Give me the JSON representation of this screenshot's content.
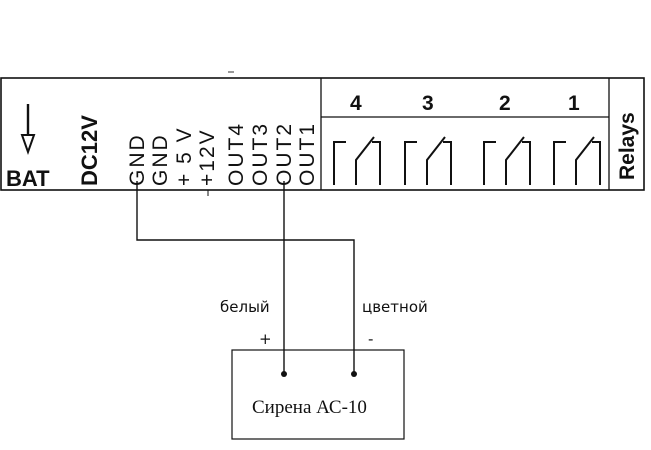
{
  "controller": {
    "bat_label": "BAT",
    "dc_label": "DC12V",
    "pins": [
      "GND",
      "GND",
      "+ 5 V",
      "+12V",
      "OUT4",
      "OUT3",
      "OUT2",
      "OUT1"
    ],
    "relays_label": "Relays",
    "relay_numbers": [
      "4",
      "3",
      "2",
      "1"
    ]
  },
  "wires": {
    "white_label": "белый",
    "colored_label": "цветной",
    "plus_label": "+",
    "minus_label": "-",
    "connections": [
      {
        "from": "OUT2",
        "to": "+",
        "color_name": "белый"
      },
      {
        "from": "GND",
        "to": "-",
        "color_name": "цветной"
      }
    ]
  },
  "siren": {
    "label": "Сирена АС-10"
  }
}
